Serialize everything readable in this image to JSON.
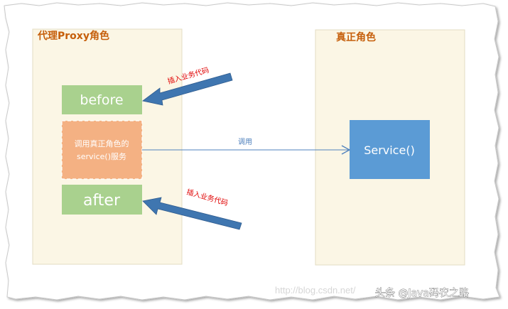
{
  "proxy_role": {
    "title": "代理Proxy角色",
    "before_label": "before",
    "middle_label_line1": "调用真正角色的",
    "middle_label_line2": "service()服务",
    "after_label": "after"
  },
  "real_role": {
    "title": "真正角色",
    "service_label": "Service()"
  },
  "arrows": {
    "insert_top_label": "插入业务代码",
    "insert_bottom_label": "插入业务代码",
    "call_label": "调用"
  },
  "watermark": {
    "text": "头条 @Java码农之路",
    "faint_url": "http://blog.csdn.net/"
  },
  "colors": {
    "role_box_fill": "#fbf6e5",
    "role_box_stroke": "#e3dcc3",
    "title_orange": "#c65f0b",
    "green_box": "#a9d18e",
    "orange_box": "#f4b183",
    "blue_box": "#5b9bd5",
    "arrow_blue": "#3f76b0",
    "label_red": "#e00000",
    "line_blue": "#4f81bd"
  }
}
